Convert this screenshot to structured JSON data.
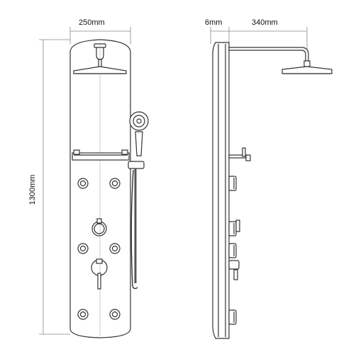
{
  "dimensions": {
    "front_width": "250mm",
    "height": "1300mm",
    "side_depth": "6mm",
    "arm_length": "340mm"
  },
  "colors": {
    "line": "#333333",
    "dim_line": "#888888",
    "panel_fill": "#ffffff",
    "fitting_fill": "#ffffff"
  }
}
